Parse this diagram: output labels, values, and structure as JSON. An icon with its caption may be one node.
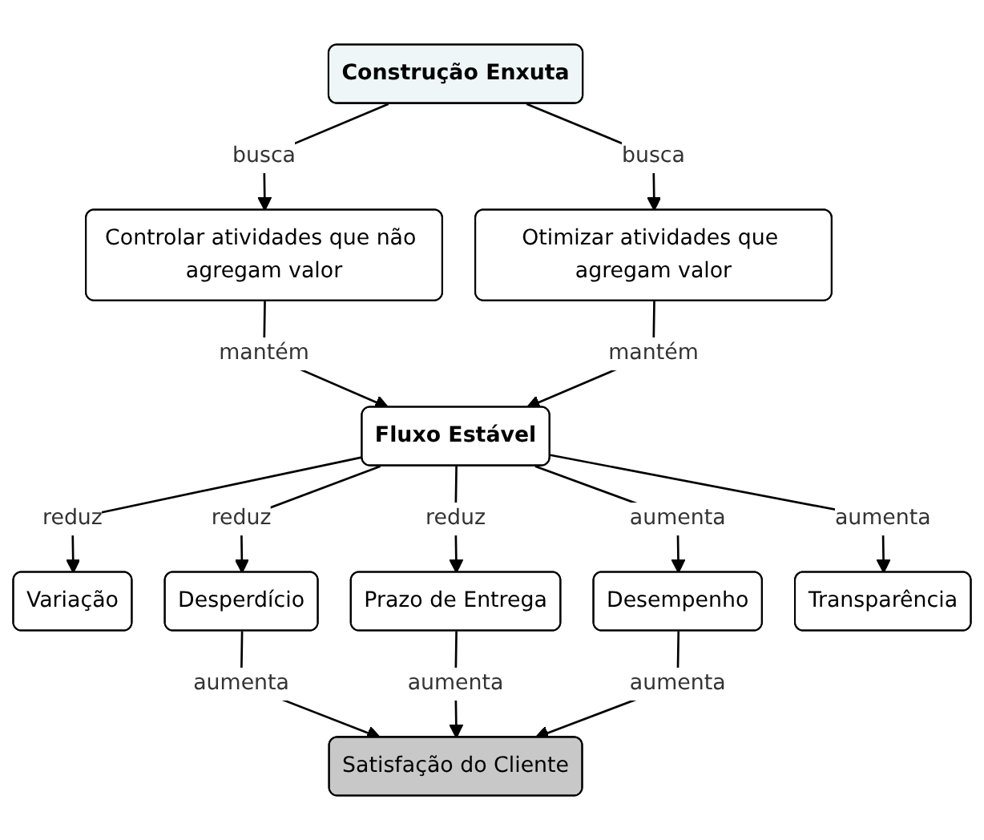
{
  "diagram": {
    "nodes": [
      {
        "text": [
          "Construção Enxuta"
        ]
      },
      {
        "text": [
          "Controlar atividades que não agregam valor"
        ]
      },
      {
        "text": [
          "Otimizar atividades que agregam valor"
        ]
      },
      {
        "text": [
          "Fluxo Estável"
        ]
      },
      {
        "text": [
          "Variação"
        ]
      },
      {
        "text": [
          "Desperdício"
        ]
      },
      {
        "text": [
          "Prazo de Entrega"
        ]
      },
      {
        "text": [
          "Desempenho"
        ]
      },
      {
        "text": [
          "Transparência"
        ]
      },
      {
        "text": [
          "Satisfação do Cliente"
        ]
      }
    ],
    "edges": [
      {
        "from": 0,
        "to": 1,
        "label": "busca",
        "arrow": "to"
      },
      {
        "from": 0,
        "to": 2,
        "label": "busca",
        "arrow": "to"
      },
      {
        "from": 1,
        "to": 3,
        "label": "mantém",
        "arrow": "to"
      },
      {
        "from": 2,
        "to": 3,
        "label": "mantém",
        "arrow": "to"
      },
      {
        "from": 3,
        "to": 4,
        "label": "reduz",
        "arrow": "to"
      },
      {
        "from": 3,
        "to": 5,
        "label": "reduz",
        "arrow": "to"
      },
      {
        "from": 3,
        "to": 6,
        "label": "reduz",
        "arrow": "to"
      },
      {
        "from": 3,
        "to": 7,
        "label": "aumenta",
        "arrow": "to"
      },
      {
        "from": 3,
        "to": 8,
        "label": "aumenta",
        "arrow": "to"
      },
      {
        "from": 5,
        "to": 9,
        "label": "aumenta",
        "arrow": "to"
      },
      {
        "from": 6,
        "to": 9,
        "label": "aumenta",
        "arrow": "to"
      },
      {
        "from": 7,
        "to": 9,
        "label": "aumenta",
        "arrow": "to"
      }
    ]
  }
}
